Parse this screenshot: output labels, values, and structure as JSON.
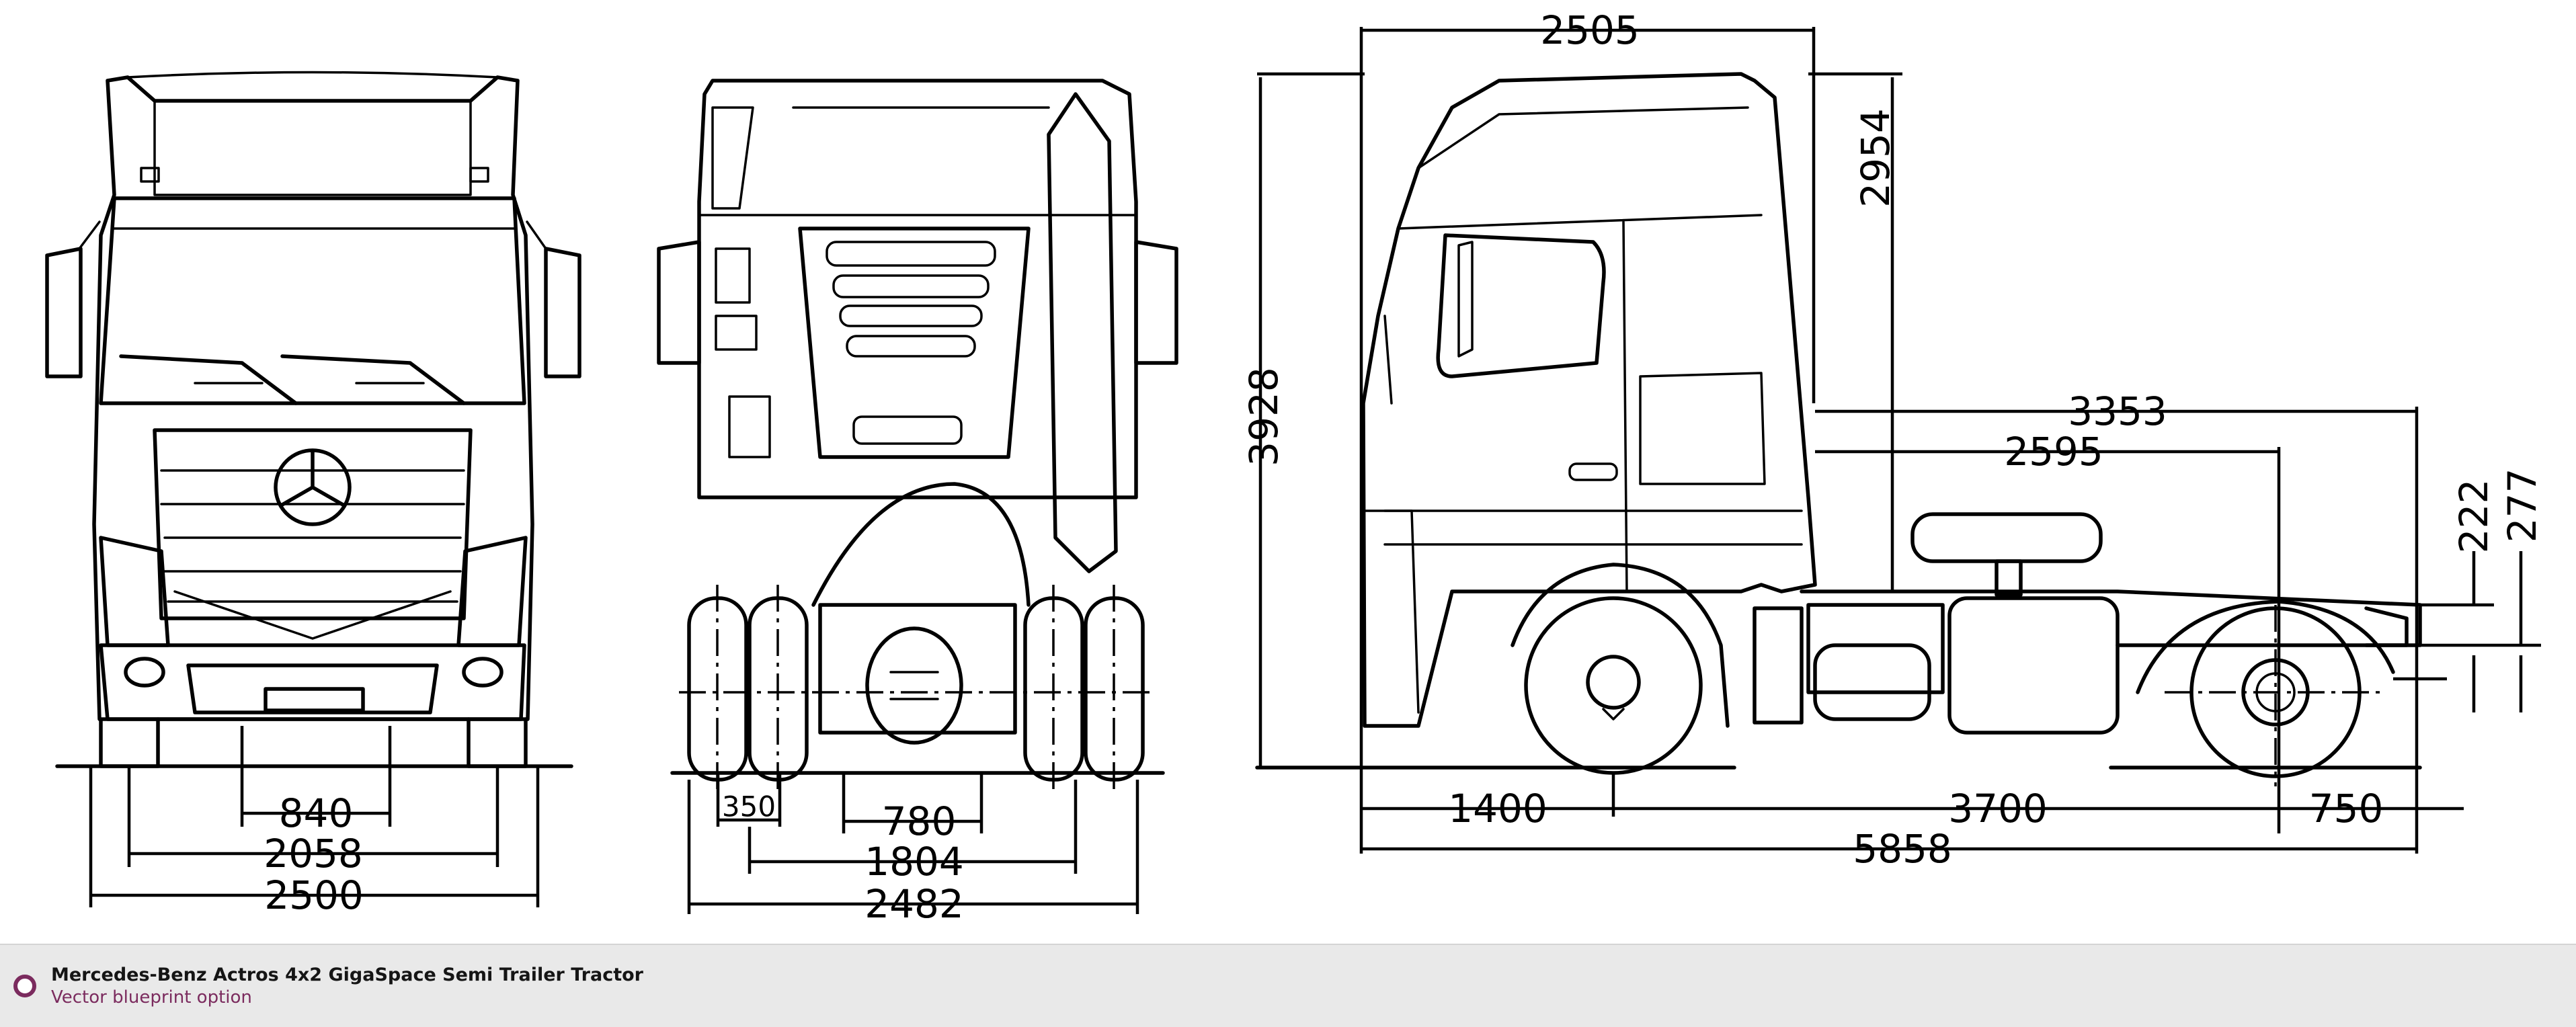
{
  "caption": {
    "title": "Mercedes-Benz Actros 4x2 GigaSpace Semi Trailer Tractor",
    "subtitle": "Vector blueprint option",
    "accent_color": "#7b2b5e",
    "icon": "radio-button-icon"
  },
  "dimensions": {
    "front": {
      "track_a": "840",
      "track_b": "2058",
      "overall_width": "2500"
    },
    "rear": {
      "tyre": "350",
      "axle_a": "780",
      "track": "1804",
      "overall_width": "2482"
    },
    "side": {
      "cab_length": "2505",
      "cab_top": "2954",
      "overall_height": "3928",
      "kingpin_a": "3353",
      "kingpin_b": "2595",
      "fifth_wheel_a": "222",
      "fifth_wheel_b": "277",
      "front_overhang": "1400",
      "wheelbase": "3700",
      "rear_overhang": "750",
      "overall_length": "5858"
    }
  }
}
